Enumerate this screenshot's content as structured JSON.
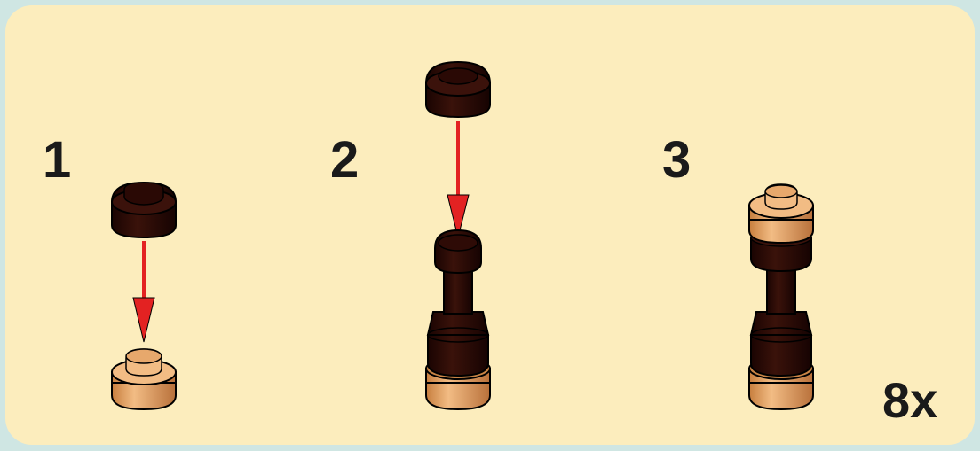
{
  "steps": [
    {
      "number": "1"
    },
    {
      "number": "2"
    },
    {
      "number": "3"
    }
  ],
  "multiplier": "8x",
  "colors": {
    "background": "#cfe6e3",
    "panel": "#fcedbd",
    "dark_brown_piece": "#2a0a06",
    "tan_piece": "#e4a46a",
    "arrow": "#e32222"
  },
  "icons": [
    "round-plate-dark-icon",
    "round-plate-tan-icon",
    "arrow-down-icon",
    "stacked-column-icon"
  ]
}
